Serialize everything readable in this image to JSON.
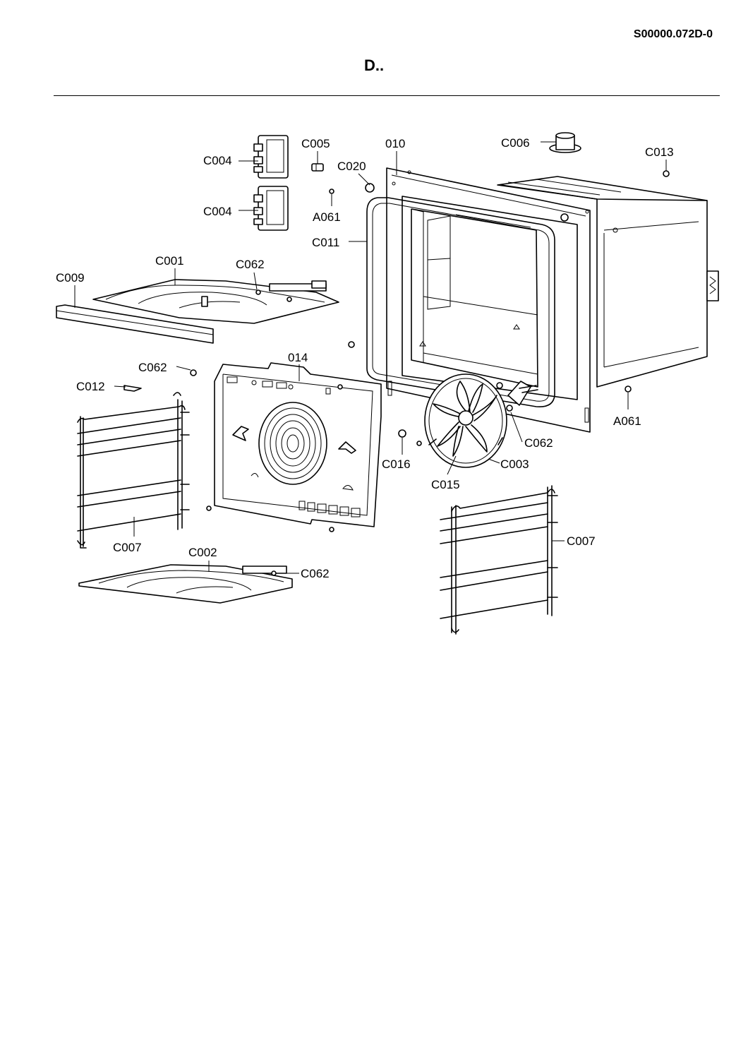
{
  "header": {
    "document_code": "S00000.072D-0",
    "title": "D.."
  },
  "callouts": {
    "c004_top": "C004",
    "c004_bottom": "C004",
    "c005": "C005",
    "c020": "C020",
    "a061_top": "A061",
    "c010": "010",
    "c006": "C006",
    "c013": "C013",
    "c011": "C011",
    "c001": "C001",
    "c062_top": "C062",
    "c009": "C009",
    "c062_left": "C062",
    "c012": "C012",
    "c014": "014",
    "a061_right": "A061",
    "c062_fan": "C062",
    "c016": "C016",
    "c003": "C003",
    "c015": "C015",
    "c007_left": "C007",
    "c002": "C002",
    "c062_bottom": "C062",
    "c007_right": "C007"
  }
}
